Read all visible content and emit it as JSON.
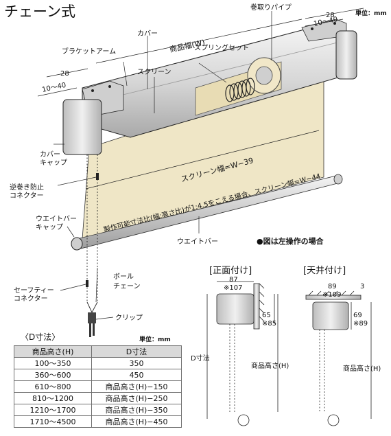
{
  "title": "チェーン式",
  "unit_top": "単位：mm",
  "labels": {
    "pipe": "巻取りパイプ",
    "cover": "カバー",
    "bracket_arm": "ブラケットアーム",
    "product_width": "商品幅(W)",
    "spring_set": "スプリングセット",
    "screen": "スクリーン",
    "dim_28_left": "28",
    "dim_10_40_left": "10～40",
    "dim_28_right": "28",
    "dim_10_40_right": "10～40",
    "cover_cap_1": "カバー",
    "cover_cap_2": "キャップ",
    "screen_width": "スクリーン幅=W−39",
    "reverse_stop_1": "逆巻き防止",
    "reverse_stop_2": "コネクター",
    "note_ratio": "製作可能寸法比(幅:高さ比)が1:4.5をこえる場合、スクリーン幅=W−44",
    "weight_cap_1": "ウエイトバー",
    "weight_cap_2": "キャップ",
    "weight_bar": "ウエイトバー",
    "left_op_note": "●図は左操作の場合",
    "ball_chain_1": "ボール",
    "ball_chain_2": "チェーン",
    "safety_1": "セーフティー",
    "safety_2": "コネクター",
    "clip": "クリップ"
  },
  "front_mount": {
    "title": "[正面付け]",
    "w1": "87",
    "w2": "※107",
    "h1": "65",
    "h2": "※85",
    "d_label": "D寸法",
    "height_label": "商品高さ(H)"
  },
  "ceiling_mount": {
    "title": "[天井付け]",
    "w1": "89",
    "w2": "※109",
    "gap": "3",
    "h1": "69",
    "h2": "※89",
    "height_label": "商品高さ(H)"
  },
  "d_table": {
    "title": "〈D寸法〉",
    "unit": "単位：mm",
    "headers": [
      "商品高さ(H)",
      "D寸法"
    ],
    "rows": [
      [
        "100～350",
        "350"
      ],
      [
        "360～600",
        "450"
      ],
      [
        "610～800",
        "商品高さ(H)−150"
      ],
      [
        "810～1200",
        "商品高さ(H)−250"
      ],
      [
        "1210～1700",
        "商品高さ(H)−350"
      ],
      [
        "1710～4500",
        "商品高さ(H)−450"
      ]
    ]
  },
  "colors": {
    "screen_fabric": "#efe6c6",
    "housing": "#d9d9d9",
    "outline": "#222222"
  }
}
